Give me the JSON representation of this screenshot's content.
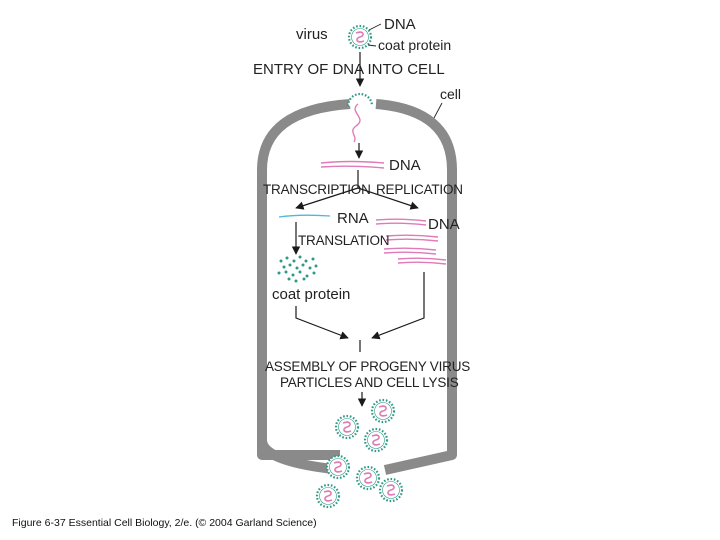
{
  "labels": {
    "virus": "virus",
    "dna_top": "DNA",
    "coat_protein_top": "coat protein",
    "entry": "ENTRY OF DNA INTO CELL",
    "cell": "cell",
    "dna_mid": "DNA",
    "transcription": "TRANSCRIPTION",
    "replication": "REPLICATION",
    "rna": "RNA",
    "dna_right": "DNA",
    "translation": "TRANSLATION",
    "coat_protein_mid": "coat protein",
    "assembly_line1": "ASSEMBLY OF PROGENY VIRUS",
    "assembly_line2": "PARTICLES AND CELL LYSIS"
  },
  "caption": "Figure 6-37   Essential Cell Biology, 2/e. (© 2004 Garland Science)",
  "colors": {
    "cell_wall": "#8a8a8a",
    "dna": "#e07bb8",
    "rna": "#4fb8d6",
    "coat_protein": "#2e9a86",
    "arrow": "#1a1a1a"
  }
}
